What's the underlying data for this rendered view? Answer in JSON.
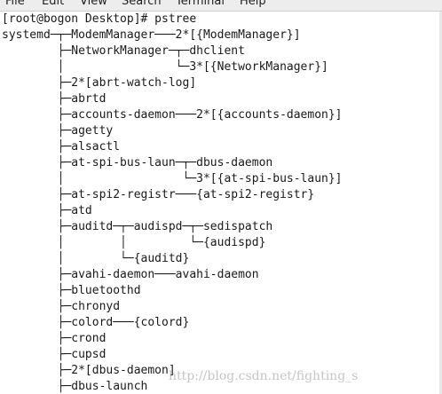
{
  "menu": {
    "file": "File",
    "edit": "Edit",
    "view": "View",
    "search": "Search",
    "terminal": "Terminal",
    "help": "Help"
  },
  "terminal": {
    "lines": [
      "[root@bogon Desktop]# pstree",
      "systemd─┬─ModemManager───2*[{ModemManager}]",
      "        ├─NetworkManager─┬─dhclient",
      "        │                └─3*[{NetworkManager}]",
      "        ├─2*[abrt-watch-log]",
      "        ├─abrtd",
      "        ├─accounts-daemon───2*[{accounts-daemon}]",
      "        ├─agetty",
      "        ├─alsactl",
      "        ├─at-spi-bus-laun─┬─dbus-daemon",
      "        │                 └─3*[{at-spi-bus-laun}]",
      "        ├─at-spi2-registr───{at-spi2-registr}",
      "        ├─atd",
      "        ├─auditd─┬─audispd─┬─sedispatch",
      "        │        │         └─{audispd}",
      "        │        └─{auditd}",
      "        ├─avahi-daemon───avahi-daemon",
      "        ├─bluetoothd",
      "        ├─chronyd",
      "        ├─colord───{colord}",
      "        ├─crond",
      "        ├─cupsd",
      "        ├─2*[dbus-daemon]",
      "        ├─dbus-launch"
    ]
  },
  "watermark": "http://blog.csdn.net/fighting_s"
}
